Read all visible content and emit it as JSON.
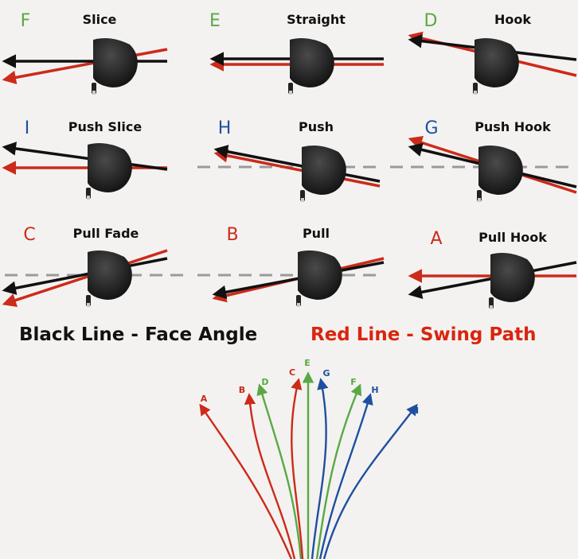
{
  "colors": {
    "green": "#5aa845",
    "red": "#cc2a1a",
    "blue": "#1f4fa0",
    "black": "#111111",
    "guide": "#9a9a9a",
    "legend_red": "#d9250e"
  },
  "cells": [
    {
      "letter": "F",
      "title": "Slice",
      "letter_color": "green"
    },
    {
      "letter": "E",
      "title": "Straight",
      "letter_color": "green"
    },
    {
      "letter": "D",
      "title": "Hook",
      "letter_color": "green"
    },
    {
      "letter": "I",
      "title": "Push Slice",
      "letter_color": "blue"
    },
    {
      "letter": "H",
      "title": "Push",
      "letter_color": "blue"
    },
    {
      "letter": "G",
      "title": "Push Hook",
      "letter_color": "blue"
    },
    {
      "letter": "C",
      "title": "Pull Fade",
      "letter_color": "red"
    },
    {
      "letter": "B",
      "title": "Pull",
      "letter_color": "red"
    },
    {
      "letter": "A",
      "title": "Pull Hook",
      "letter_color": "red"
    }
  ],
  "legend": {
    "black_line": "Black Line - Face Angle",
    "red_line": "Red Line - Swing Path"
  },
  "trajectories": [
    {
      "label": "A",
      "color": "red"
    },
    {
      "label": "B",
      "color": "red"
    },
    {
      "label": "D",
      "color": "green"
    },
    {
      "label": "C",
      "color": "red"
    },
    {
      "label": "E",
      "color": "green"
    },
    {
      "label": "G",
      "color": "blue"
    },
    {
      "label": "F",
      "color": "green"
    },
    {
      "label": "H",
      "color": "blue"
    },
    {
      "label": "I",
      "color": "blue"
    }
  ]
}
